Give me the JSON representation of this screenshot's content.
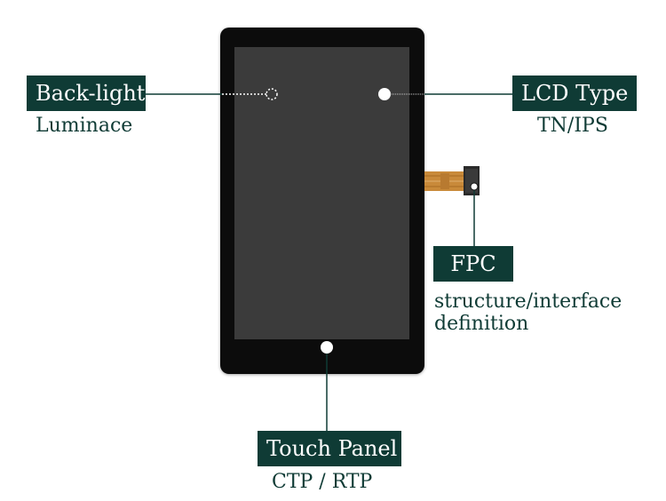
{
  "callouts": {
    "backlight": {
      "title": "Back-light",
      "subtitle": "Luminace"
    },
    "lcd_type": {
      "title": "LCD Type",
      "subtitle": "TN/IPS"
    },
    "fpc": {
      "title": "FPC",
      "subtitle_line1": "structure/interface",
      "subtitle_line2": "definition"
    },
    "touch_panel": {
      "title": "Touch Panel",
      "subtitle": "CTP / RTP"
    }
  },
  "colors": {
    "label_bg": "#0f3b35",
    "label_text": "#ffffff",
    "subtitle_text": "#0f3b35",
    "leader_line": "#0f3b35",
    "bezel": "#0c0c0c",
    "screen": "#3b3b3b"
  }
}
